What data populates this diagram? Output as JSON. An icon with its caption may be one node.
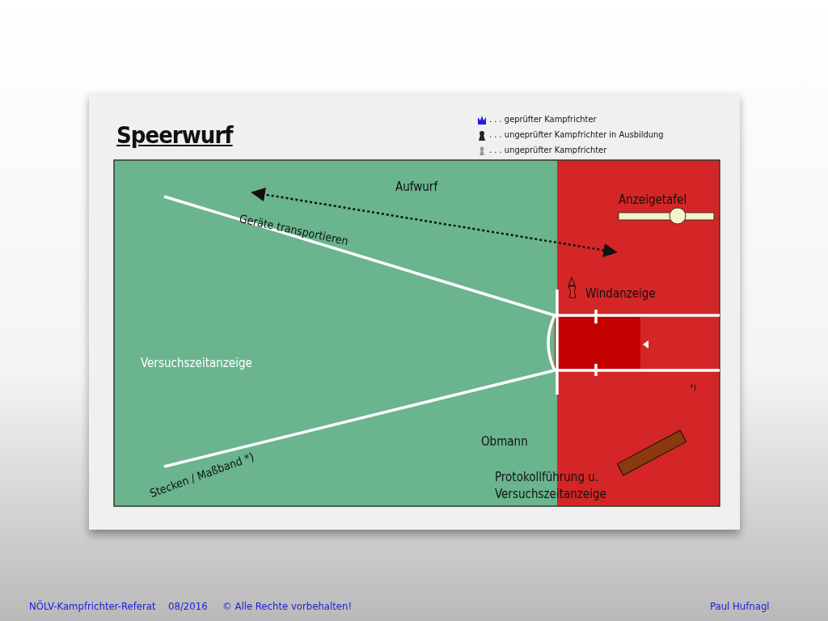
{
  "diagram": {
    "title": "Speerwurf",
    "labels": [
      "Aufwurf",
      "Geräte transportieren",
      "Anzeigetafel",
      "Windanzeige",
      "Versuchszeitanzeige",
      "Stecken / Maßband *)",
      "Obmann",
      "Protokollführung u. Versuchszeitanzeige",
      "*)",
      "NÖLV-Kampfrichter-Referat",
      "08/2016",
      "© Alle Rechte vorbehalten!",
      "Paul Hufnagl"
    ],
    "legend": [
      {
        "text": ". . . geprüfter Kampfrichter"
      },
      {
        "text": ". . . ungeprüfter Kampfrichter in Ausbildung"
      },
      {
        "text": ". . . ungeprüfter Kampfrichter"
      }
    ]
  }
}
